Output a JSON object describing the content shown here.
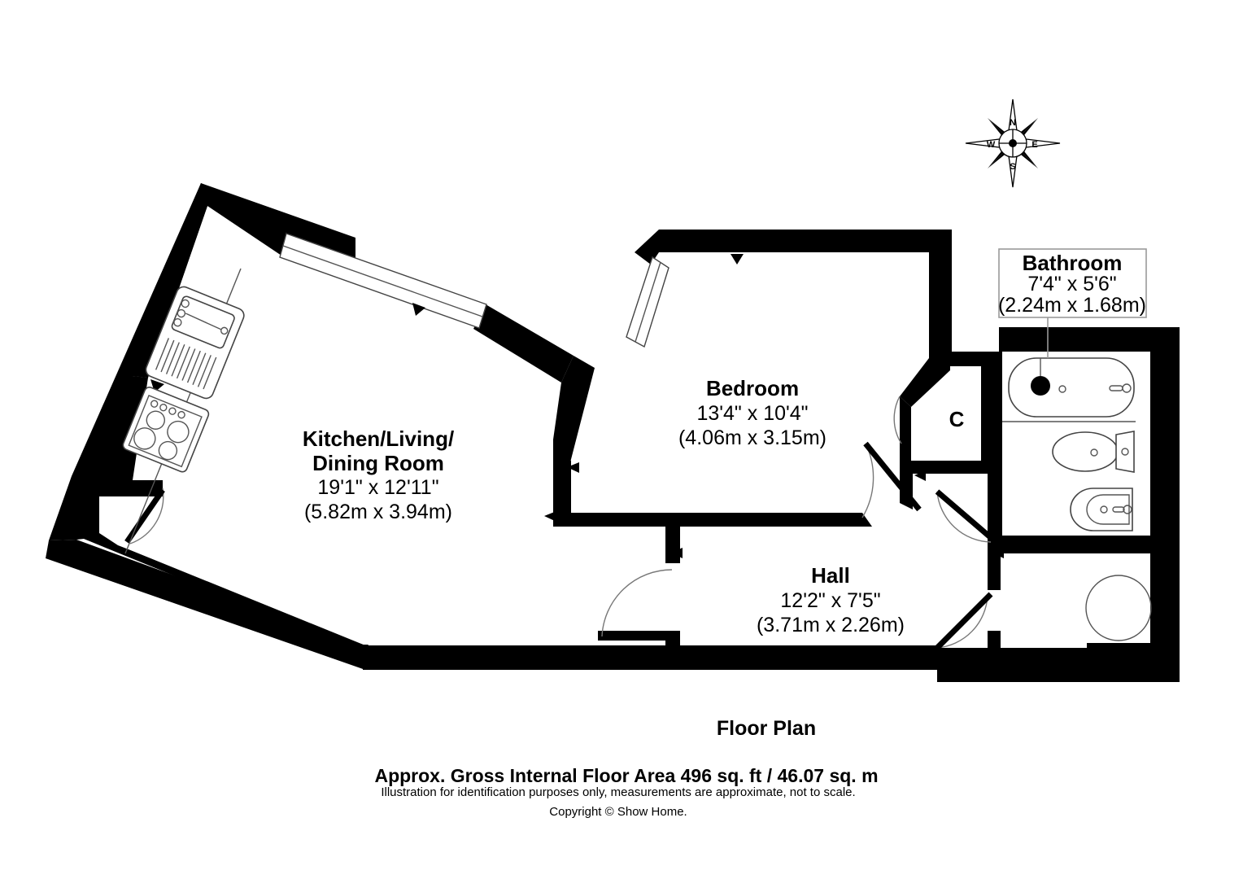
{
  "document": {
    "title": "Floor Plan",
    "footer": {
      "plan_title": "Floor Plan",
      "area_line": "Approx. Gross Internal Floor Area 496 sq. ft / 46.07 sq. m",
      "disclaimer": "Illustration for identification purposes only, measurements are approximate, not to scale.",
      "copyright": "Copyright © Show Home."
    }
  },
  "compass": {
    "north": "N",
    "east": "E",
    "south": "S",
    "west": "W"
  },
  "rooms": [
    {
      "id": "kitchen-living-dining",
      "name_line1": "Kitchen/Living/",
      "name_line2": "Dining Room",
      "dim_imperial": "19'1\" x 12'11\"",
      "dim_metric": "(5.82m x 3.94m)"
    },
    {
      "id": "bedroom",
      "name_line1": "Bedroom",
      "dim_imperial": "13'4\" x 10'4\"",
      "dim_metric": "(4.06m x 3.15m)"
    },
    {
      "id": "hall",
      "name_line1": "Hall",
      "dim_imperial": "12'2\" x 7'5\"",
      "dim_metric": "(3.71m x 2.26m)"
    }
  ],
  "callouts": [
    {
      "id": "bathroom",
      "name": "Bathroom",
      "dim_imperial": "7'4\" x 5'6\"",
      "dim_metric": "(2.24m x 1.68m)"
    }
  ],
  "cupboard": {
    "label": "C"
  },
  "colors": {
    "wall": "#000000",
    "background": "#ffffff",
    "fixture_stroke": "#444444",
    "callout_border": "#999999",
    "door_arc": "#777777"
  }
}
